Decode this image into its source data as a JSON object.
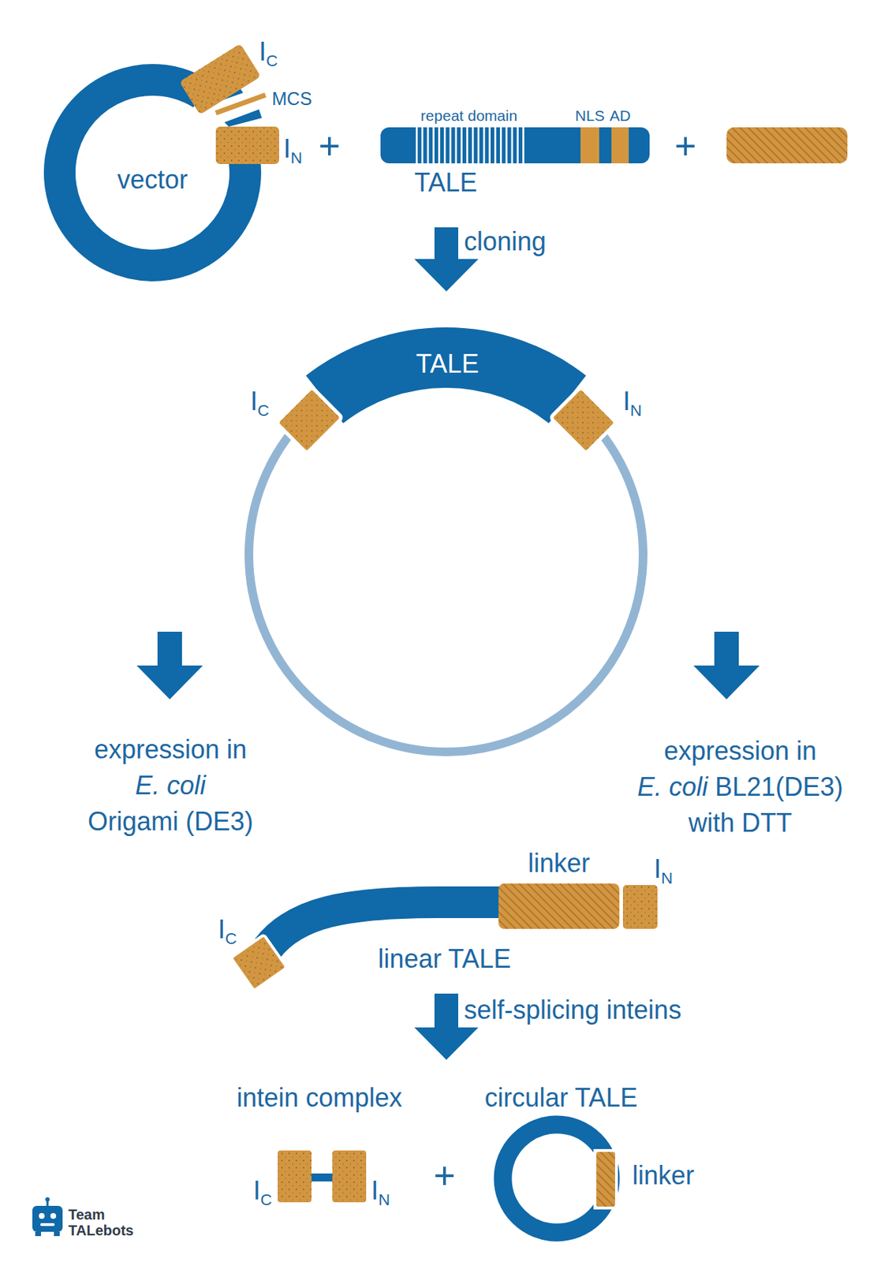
{
  "diagram": {
    "nodes": [
      {
        "text": [
          "vector"
        ]
      },
      {
        "text": [
          "repeat domain",
          "NLS",
          "AD",
          "TALE"
        ]
      },
      {
        "text": [
          "TALE"
        ]
      },
      {
        "text": [
          "linker"
        ]
      },
      {
        "text": [
          "circular TALE"
        ]
      }
    ],
    "labels": [
      "IC",
      "MCS",
      "IN",
      "+",
      "+",
      "cloning",
      "IC",
      "IN",
      "expression in E. coli Origami (DE3)",
      "expression in E. coli BL21(DE3) with DTT",
      "IN",
      "IC",
      "linear TALE",
      "self-splicing inteins",
      "intein complex",
      "IC",
      "IN",
      "+",
      "linker",
      "Team",
      "TALebots"
    ]
  }
}
